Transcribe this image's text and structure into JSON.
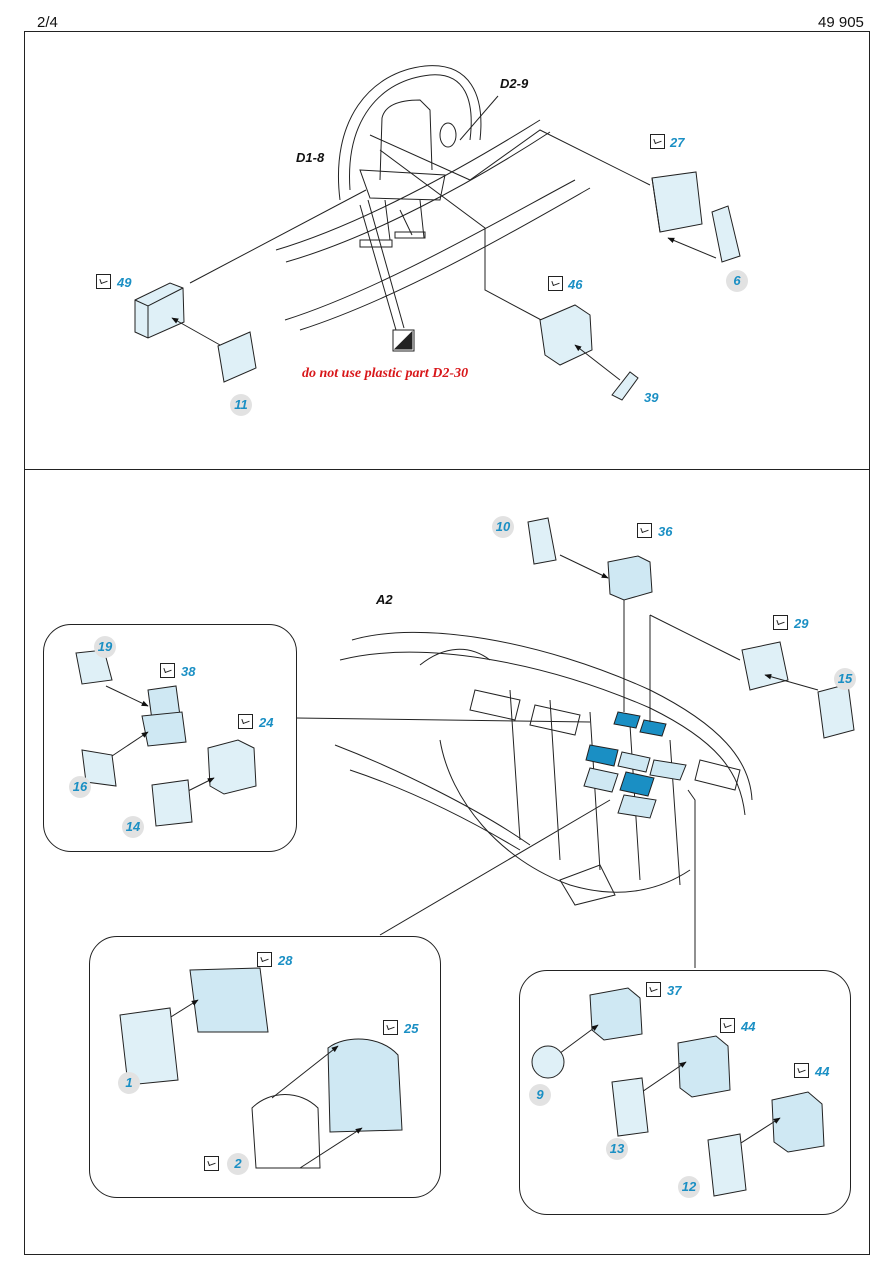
{
  "header": {
    "page": "2/4",
    "code": "49 905"
  },
  "top_panel": {
    "part_refs": [
      "D1-8",
      "D2-9"
    ],
    "warning": "do not use plastic part D2-30",
    "parts": {
      "p49": "49",
      "p11": "11",
      "p27": "27",
      "p6": "6",
      "p46": "46",
      "p39": "39"
    }
  },
  "bottom_panel": {
    "part_ref": "A2",
    "parts": {
      "p10": "10",
      "p36": "36",
      "p29": "29",
      "p15": "15",
      "p19": "19",
      "p38": "38",
      "p24": "24",
      "p16": "16",
      "p14": "14",
      "p28": "28",
      "p25": "25",
      "p1": "1",
      "p2": "2",
      "p37": "37",
      "p44a": "44",
      "p44b": "44",
      "p9": "9",
      "p13": "13",
      "p12": "12"
    }
  },
  "colors": {
    "accent_blue": "#1a8fc4",
    "warning_red": "#d8171a",
    "part_fill": "#cfe8f3"
  },
  "icons": [
    "check-box-icon",
    "black-paint-icon"
  ]
}
